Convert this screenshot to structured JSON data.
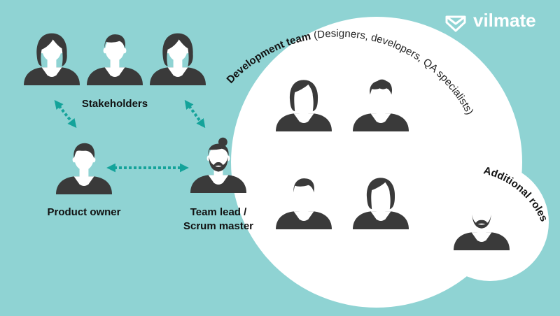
{
  "colors": {
    "background": "#8fd3d3",
    "circle": "#ffffff",
    "silhouette": "#3a3a3a",
    "face": "#ffffff",
    "arrow": "#14a39a",
    "text": "#111111"
  },
  "brand": {
    "name": "vilmate",
    "icon": "envelope-chevron-icon"
  },
  "labels": {
    "stakeholders": "Stakeholders",
    "product_owner": "Product owner",
    "team_lead_line1": "Team lead /",
    "team_lead_line2": "Scrum master",
    "dev_team_bold": "Development team",
    "dev_team_light": " (Designers, developers, QA specialists)",
    "additional_roles": "Additional roles"
  }
}
